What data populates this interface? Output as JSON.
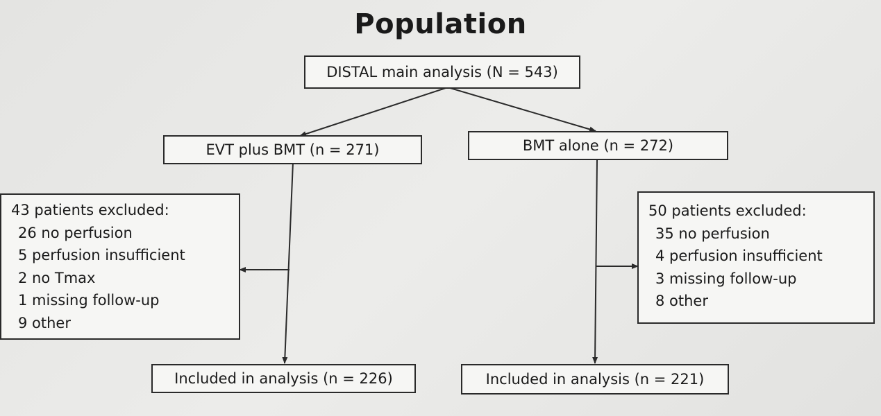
{
  "title": "Population",
  "nodes": {
    "main": {
      "label": "DISTAL main analysis (N = 543)"
    },
    "evt": {
      "label": "EVT plus BMT (n = 271)"
    },
    "bmt": {
      "label": "BMT alone (n = 272)"
    },
    "evt_excluded": {
      "heading": "43 patients excluded:",
      "items": [
        "26 no perfusion",
        "5 perfusion insufficient",
        "2 no Tmax",
        "1 missing follow-up",
        "9 other"
      ]
    },
    "bmt_excluded": {
      "heading": "50 patients excluded:",
      "items": [
        "35 no perfusion",
        "4 perfusion insufficient",
        "3 missing follow-up",
        "8 other"
      ]
    },
    "evt_included": {
      "label": "Included in analysis (n = 226)"
    },
    "bmt_included": {
      "label": "Included in analysis (n = 221)"
    }
  },
  "colors": {
    "line": "#2a2a2a",
    "box_fill": "#f6f6f4"
  }
}
